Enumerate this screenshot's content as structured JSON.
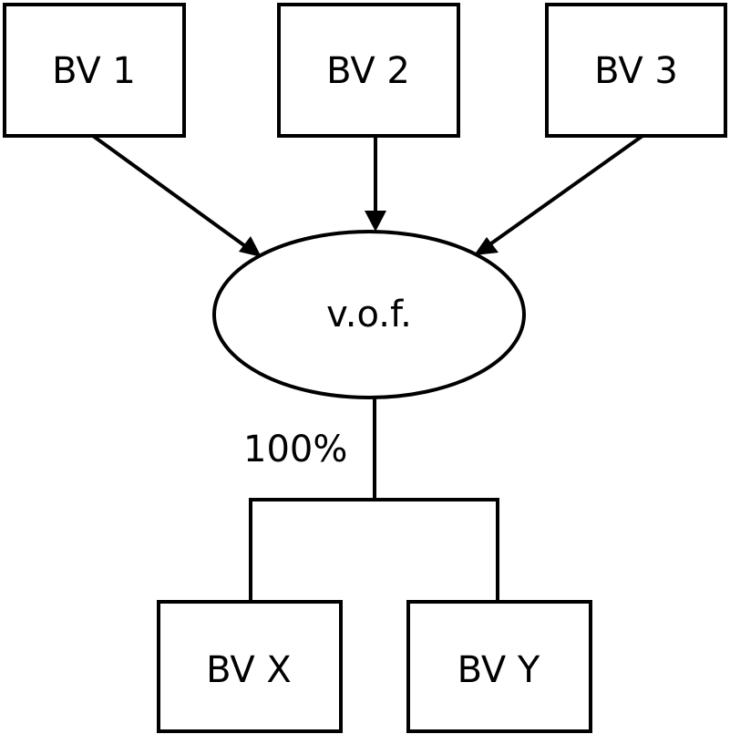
{
  "diagram": {
    "type": "ownership-structure",
    "shareholders": [
      {
        "id": "bv1",
        "label": "BV 1"
      },
      {
        "id": "bv2",
        "label": "BV 2"
      },
      {
        "id": "bv3",
        "label": "BV 3"
      }
    ],
    "partnership": {
      "id": "vof",
      "label": "v.o.f."
    },
    "ownership_label": "100%",
    "subsidiaries": [
      {
        "id": "bvx",
        "label": "BV X"
      },
      {
        "id": "bvy",
        "label": "BV Y"
      }
    ],
    "edges": [
      {
        "from": "bv1",
        "to": "vof",
        "arrow": true
      },
      {
        "from": "bv2",
        "to": "vof",
        "arrow": true
      },
      {
        "from": "bv3",
        "to": "vof",
        "arrow": true
      },
      {
        "from": "vof",
        "to": "bvx",
        "arrow": false,
        "label": "100%"
      },
      {
        "from": "vof",
        "to": "bvy",
        "arrow": false,
        "label": "100%"
      }
    ],
    "colors": {
      "stroke": "#000000",
      "fill": "#ffffff"
    }
  }
}
